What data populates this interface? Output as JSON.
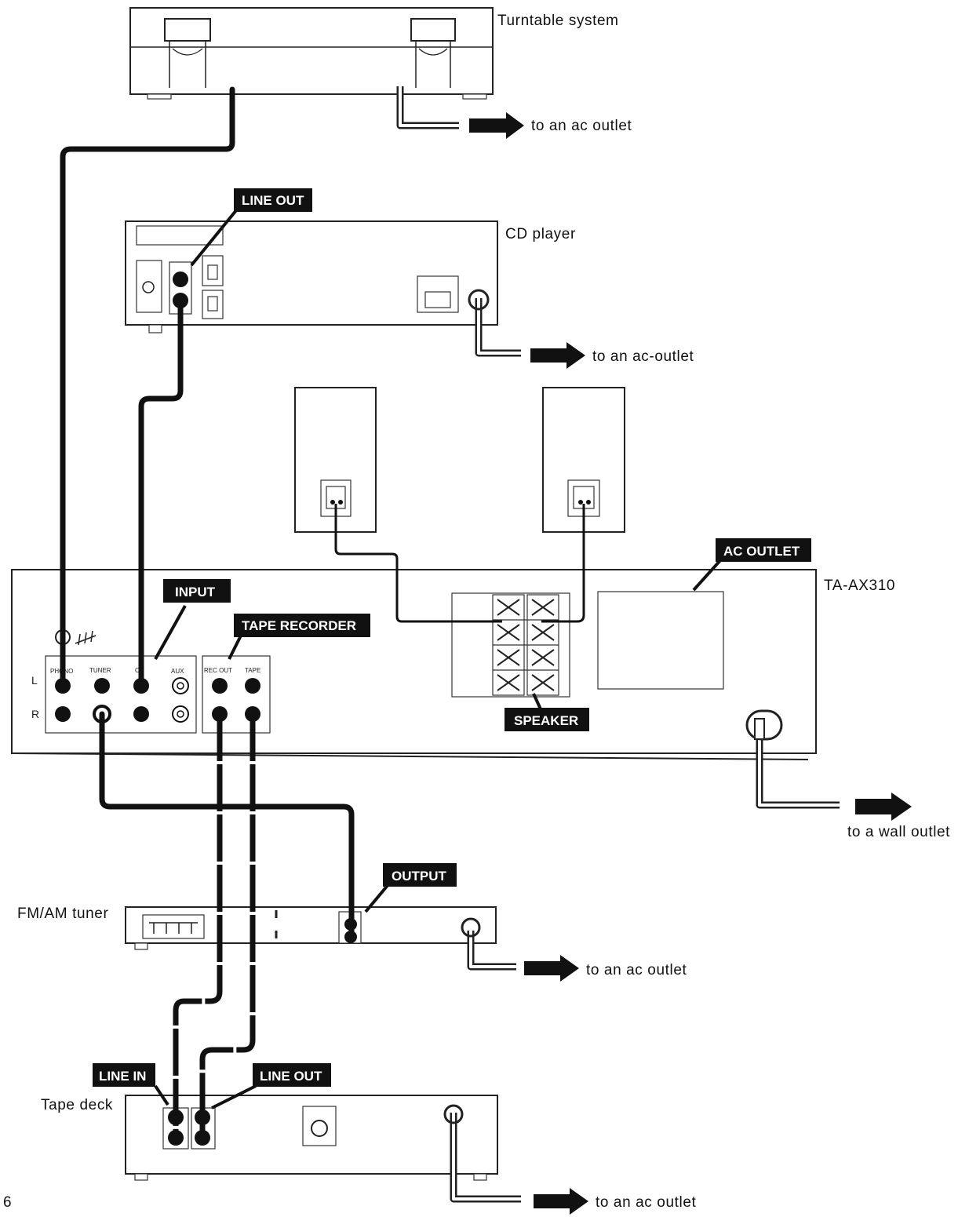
{
  "devices": {
    "turntable": "Turntable system",
    "cd_player": "CD player",
    "amplifier": "TA-AX310",
    "tuner": "FM/AM tuner",
    "tape_deck": "Tape deck"
  },
  "outlets": {
    "turntable": "to an ac outlet",
    "cd_player": "to an ac-outlet",
    "amplifier": "to a wall outlet",
    "tuner": "to an ac outlet",
    "tape_deck": "to an ac outlet"
  },
  "callouts": {
    "cd_line_out": "LINE OUT",
    "input": "INPUT",
    "tape_recorder": "TAPE RECORDER",
    "ac_outlet": "AC OUTLET",
    "speaker": "SPEAKER",
    "output": "OUTPUT",
    "line_in": "LINE IN",
    "tape_line_out": "LINE OUT"
  },
  "jack_labels": {
    "phono": "PHONO",
    "tuner": "TUNER",
    "cd": "CD",
    "aux": "AUX",
    "rec_out": "REC OUT",
    "tape": "TAPE",
    "left": "L",
    "right": "R"
  },
  "page_number": "6"
}
